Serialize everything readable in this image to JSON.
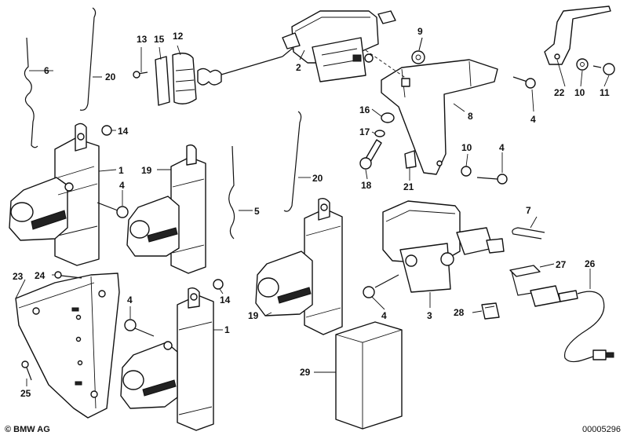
{
  "brand": "© BMW AG",
  "reference": "00005296",
  "callouts": [
    "1",
    "1",
    "2",
    "3",
    "4",
    "4",
    "4",
    "4",
    "4",
    "5",
    "6",
    "7",
    "8",
    "9",
    "10",
    "10",
    "11",
    "12",
    "13",
    "14",
    "14",
    "15",
    "16",
    "17",
    "18",
    "19",
    "19",
    "20",
    "20",
    "21",
    "22",
    "23",
    "24",
    "25",
    "26",
    "27",
    "28",
    "29"
  ]
}
